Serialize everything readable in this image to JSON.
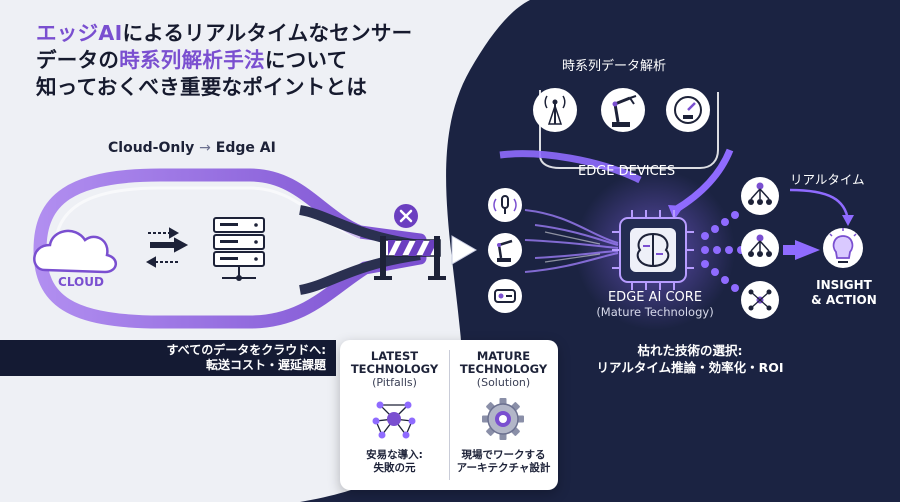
{
  "title": {
    "line1_accent": "エッジAI",
    "line1_rest": "によるリアルタイムなセンサー",
    "line2_pre": "データの",
    "line2_accent": "時系列解析手法",
    "line2_post": "について",
    "line3": "知っておくべき重要なポイントとは"
  },
  "left": {
    "flow_label_a": "Cloud-Only",
    "flow_arrow": "→",
    "flow_label_b": "Edge AI",
    "cloud_label": "CLOUD",
    "caption_line1": "すべてのデータをクラウドへ:",
    "caption_line2": "転送コスト・遅延課題"
  },
  "right": {
    "timeseries_label": "時系列データ解析",
    "edge_devices_label": "EDGE DEVICES",
    "realtime_label": "リアルタイム",
    "core_label": "EDGE AI CORE",
    "core_sub": "(Mature Technology)",
    "insight_line1": "INSIGHT",
    "insight_line2": "& ACTION",
    "tech_line1": "枯れた技術の選択:",
    "tech_line2": "リアルタイム推論・効率化・ROI"
  },
  "card": {
    "latest_h1": "LATEST",
    "latest_h2": "TECHNOLOGY",
    "latest_sub": "(Pitfalls)",
    "latest_foot1": "安易な導入:",
    "latest_foot2": "失敗の元",
    "mature_h1": "MATURE",
    "mature_h2": "TECHNOLOGY",
    "mature_sub": "(Solution)",
    "mature_foot1": "現場でワークする",
    "mature_foot2": "アーキテクチャ設計"
  },
  "colors": {
    "accent": "#7a4fd0",
    "navy": "#141a33",
    "panel": "#1b2342",
    "danger": "#6b3fc0"
  },
  "icons": [
    "cloud-icon",
    "server-icon",
    "barrier-icon",
    "x-icon",
    "radio-tower-icon",
    "robot-arm-icon",
    "gauge-icon",
    "sensor-icon",
    "brain-chip-icon",
    "network-icon",
    "lightbulb-icon",
    "atom-network-icon",
    "gear-icon"
  ]
}
